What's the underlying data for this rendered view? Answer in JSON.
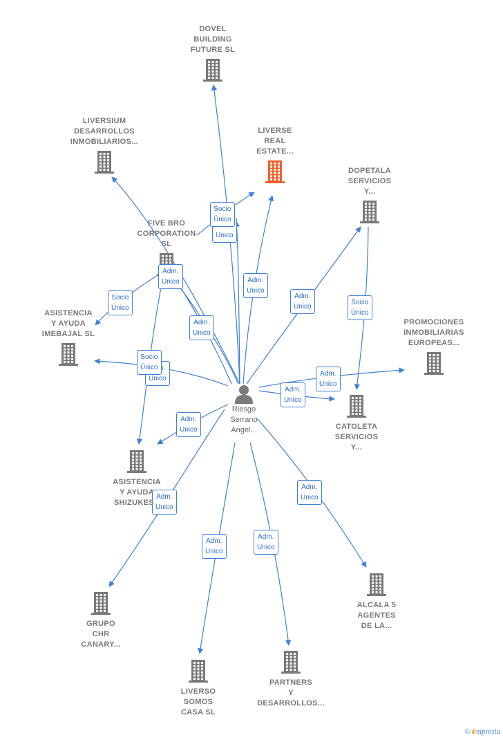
{
  "center_person": {
    "lines": [
      "Riesgo",
      "Serrano",
      "Angel..."
    ]
  },
  "companies": [
    {
      "id": "dovel",
      "lines": [
        "DOVEL",
        "BUILDING",
        "FUTURE  SL"
      ],
      "highlight": false
    },
    {
      "id": "liversium",
      "lines": [
        "LIVERSIUM",
        "DESARROLLOS",
        "INMOBILIARIOS..."
      ],
      "highlight": false
    },
    {
      "id": "liverse",
      "lines": [
        "LIVERSE",
        "REAL",
        "ESTATE..."
      ],
      "highlight": true
    },
    {
      "id": "dopetala",
      "lines": [
        "DOPETALA",
        "SERVICIOS",
        "Y..."
      ],
      "highlight": false
    },
    {
      "id": "fivebro",
      "lines": [
        "FIVE BRO",
        "CORPORATION",
        "SL"
      ],
      "highlight": false
    },
    {
      "id": "asist_imebajal",
      "lines": [
        "ASISTENCIA",
        "Y AYUDA",
        "IMEBAJAL  SL"
      ],
      "highlight": false
    },
    {
      "id": "promociones",
      "lines": [
        "PROMOCIONES",
        "INMOBILIARIAS",
        "EUROPEAS..."
      ],
      "highlight": false
    },
    {
      "id": "catoleta",
      "lines": [
        "CATOLETA",
        "SERVICIOS",
        "Y..."
      ],
      "highlight": false
    },
    {
      "id": "asist_shizukesa",
      "lines": [
        "ASISTENCIA",
        "Y AYUDA",
        "SHIZUKESA"
      ],
      "highlight": false
    },
    {
      "id": "alcala",
      "lines": [
        "ALCALA 5",
        "AGENTES",
        "DE LA..."
      ],
      "highlight": false
    },
    {
      "id": "grupo_chr",
      "lines": [
        "GRUPO",
        "CHR",
        "CANARY..."
      ],
      "highlight": false
    },
    {
      "id": "liverso",
      "lines": [
        "LIVERSO",
        "SOMOS",
        "CASA  SL"
      ],
      "highlight": false
    },
    {
      "id": "partners",
      "lines": [
        "PARTNERS",
        "Y",
        "DESARROLLOS..."
      ],
      "highlight": false
    }
  ],
  "edge_labels": [
    {
      "id": "l1",
      "lines": [
        "Adm.",
        "Unico"
      ]
    },
    {
      "id": "l2",
      "lines": [
        "Socio",
        "Único"
      ]
    },
    {
      "id": "l3",
      "lines": [
        "Adm.",
        "Unico"
      ]
    },
    {
      "id": "l4",
      "lines": [
        "Adm.",
        "Unico"
      ]
    },
    {
      "id": "l5",
      "lines": [
        "Adm.",
        "Unico"
      ]
    },
    {
      "id": "l6",
      "lines": [
        "Socio",
        "Único"
      ]
    },
    {
      "id": "l7",
      "lines": [
        "Socio",
        "Único"
      ]
    },
    {
      "id": "l8",
      "lines": [
        "Adm.",
        "Unico"
      ]
    },
    {
      "id": "l9",
      "lines": [
        "Adm.",
        "Unico"
      ]
    },
    {
      "id": "l10",
      "lines": [
        "Socio",
        "Único"
      ]
    },
    {
      "id": "l11",
      "lines": [
        "Adm.",
        "Unico"
      ]
    },
    {
      "id": "l12",
      "lines": [
        "Adm.",
        "Unico"
      ]
    },
    {
      "id": "l13",
      "lines": [
        "Adm.",
        "Unico"
      ]
    },
    {
      "id": "l14",
      "lines": [
        "Adm.",
        "Unico"
      ]
    },
    {
      "id": "l15",
      "lines": [
        "Adm.",
        "Unico"
      ]
    },
    {
      "id": "l16",
      "lines": [
        "Adm.",
        "Unico"
      ]
    },
    {
      "id": "l17",
      "lines": [
        "Adm.",
        "Unico"
      ]
    },
    {
      "id": "l18",
      "lines": [
        "Adm.",
        "Unico"
      ]
    }
  ],
  "brand": {
    "copyright": "©",
    "initial": "e",
    "rest": "mpresia"
  },
  "colors": {
    "edge": "#3f7fd6",
    "building": "#7a7a7a",
    "highlight": "#f0612e",
    "person": "#7a7a7a"
  }
}
